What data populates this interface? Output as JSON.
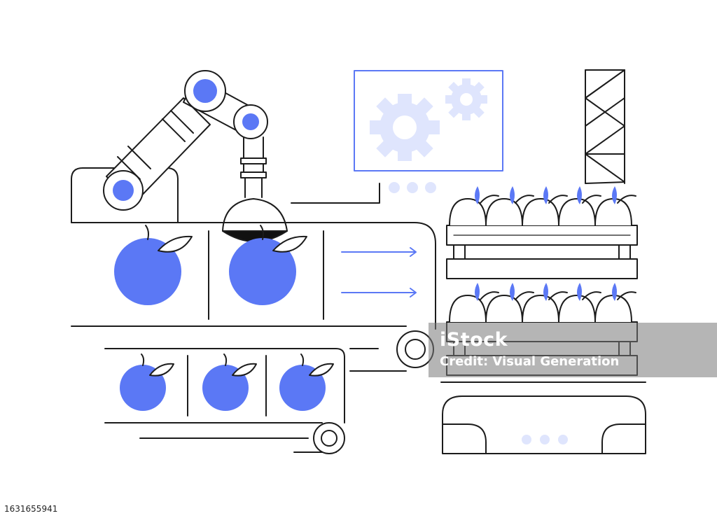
{
  "colors": {
    "line": "#1c1c1c",
    "accent": "#5b78f5",
    "accent_light": "#dfe5fd"
  },
  "illustration": {
    "subject": "robotic arm sorting fruit on conveyor belts into crates",
    "icons": [
      "robot-arm-icon",
      "gear-icon",
      "conveyor-belt-icon",
      "fruit-icon",
      "crate-icon",
      "truss-tower-icon"
    ]
  },
  "watermark": {
    "brand": "iStock",
    "credit": "Credit: Visual Generation"
  },
  "image_id": "1631655941"
}
